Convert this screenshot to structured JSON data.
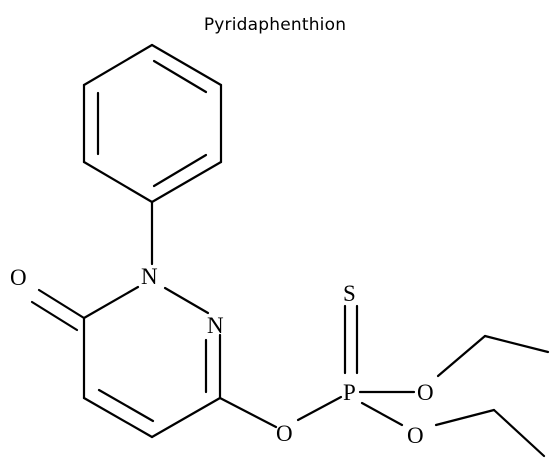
{
  "title": "Pyridaphenthion",
  "atoms": {
    "o_carbonyl": "O",
    "n1": "N",
    "n2": "N",
    "o_bridge": "O",
    "p": "P",
    "s": "S",
    "o_ethoxy_1": "O",
    "o_ethoxy_2": "O"
  }
}
